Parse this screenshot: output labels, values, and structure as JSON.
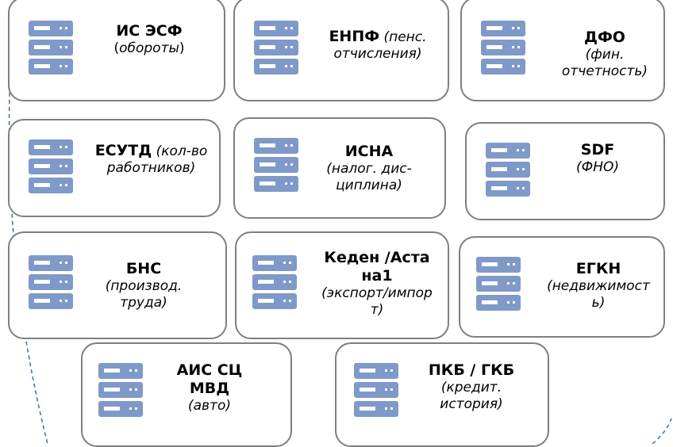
{
  "icon": "server-icon",
  "colors": {
    "icon_fill": "#7f99c8",
    "icon_slot": "#ffffff",
    "border": "#7f7f7f",
    "arc": "#3a6fb0"
  },
  "cards": [
    {
      "id": "is-esf",
      "title": "ИС ЭСФ",
      "desc_open": "(",
      "desc": "обороты",
      "desc_close": ")"
    },
    {
      "id": "enpf",
      "title": "ЕНПФ",
      "desc": "(пенс. отчисления)"
    },
    {
      "id": "dfo",
      "title": "ДФО",
      "desc": "(фин. отчетность)"
    },
    {
      "id": "esutd",
      "title": "ЕСУТД",
      "desc": "(кол-во работников)"
    },
    {
      "id": "isna",
      "title": "ИСНА",
      "desc": "(налог. дис-циплина)"
    },
    {
      "id": "sdf",
      "title": "SDF",
      "desc": "(ФНО)"
    },
    {
      "id": "bns",
      "title": "БНС",
      "desc": "(производ. труда)"
    },
    {
      "id": "keden",
      "title": "Кеден /Астана1",
      "desc": "(экспорт/импорт)"
    },
    {
      "id": "egkn",
      "title": "ЕГКН",
      "desc": "(недвижимость)"
    },
    {
      "id": "ais",
      "title": "АИС СЦ МВД",
      "desc": "(авто)"
    },
    {
      "id": "pkb",
      "title": "ПКБ / ГКБ",
      "desc": "(кредит. история)"
    }
  ]
}
